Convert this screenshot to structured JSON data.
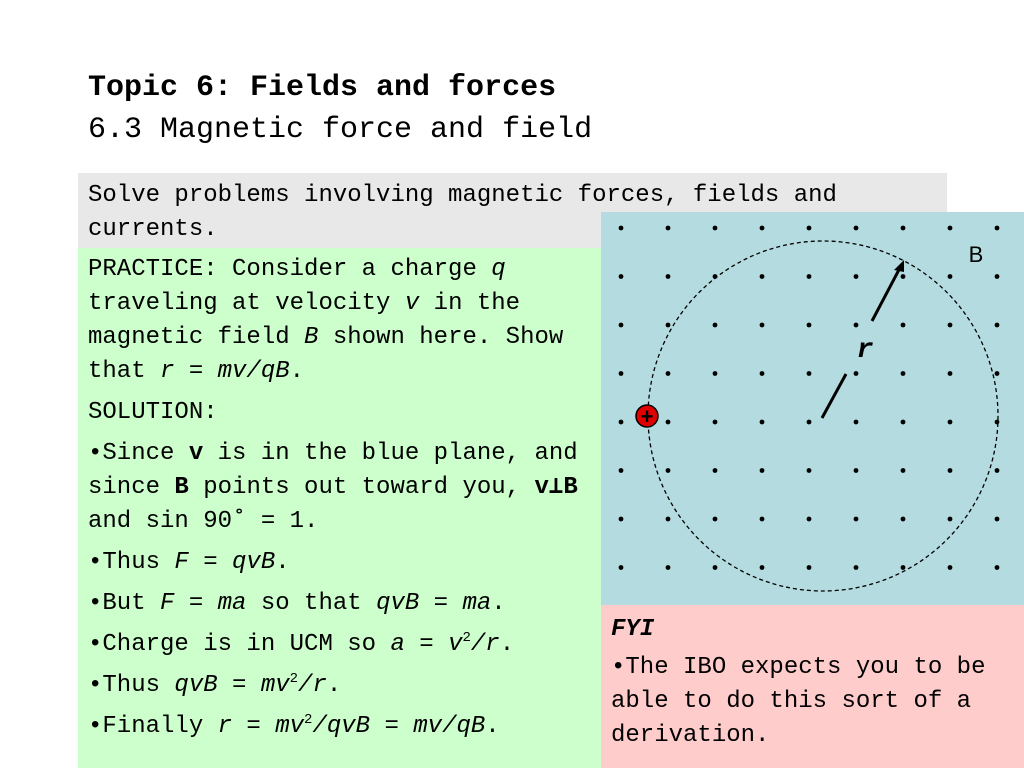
{
  "title": "Topic 6: Fields and forces",
  "subtitle": "6.3 Magnetic force and field",
  "objective": "Solve problems involving magnetic forces, fields and currents.",
  "practice": {
    "prompt_1": "PRACTICE: Consider a charge ",
    "q": "q",
    "prompt_2": " traveling at velocity ",
    "v": "v",
    "prompt_3": " in the magnetic field ",
    "B": "B",
    "prompt_4": " shown here. Show that ",
    "target": "r = mv/qB",
    "prompt_end": ".",
    "solution_label": "SOLUTION:",
    "bullet": "•",
    "line1_a": "Since ",
    "line1_v": "v",
    "line1_b": " is in the blue plane, and since ",
    "line1_B": "B",
    "line1_c": " points out toward you, ",
    "line1_vperpB": "v⊥B",
    "line1_d": " and sin 90˚ = 1.",
    "line2_a": "Thus ",
    "line2_eq": "F = qvB",
    "line2_end": ".",
    "line3_a": "But ",
    "line3_eq1": "F = ma",
    "line3_b": " so that ",
    "line3_eq2": "qvB = ma",
    "line3_end": ".",
    "line4_a": "Charge is in UCM so ",
    "line4_eq1": "a = v",
    "line4_sup": "2",
    "line4_eq2": "/r",
    "line4_end": ".",
    "line5_a": "Thus ",
    "line5_eq1": "qvB = mv",
    "line5_sup": "2",
    "line5_eq2": "/r",
    "line5_end": ".",
    "line6_a": "Finally ",
    "line6_eq1": "r = mv",
    "line6_sup": "2",
    "line6_eq2": "/qvB = mv/qB",
    "line6_end": "."
  },
  "diagram": {
    "field_label": "B",
    "radius_label": "r",
    "charge_symbol": "+",
    "background_color": "#b4dce0",
    "charge_color": "#e00000"
  },
  "fyi": {
    "heading": "FYI",
    "bullet": "•",
    "text": "The IBO expects you to be able to do this sort of a derivation."
  }
}
